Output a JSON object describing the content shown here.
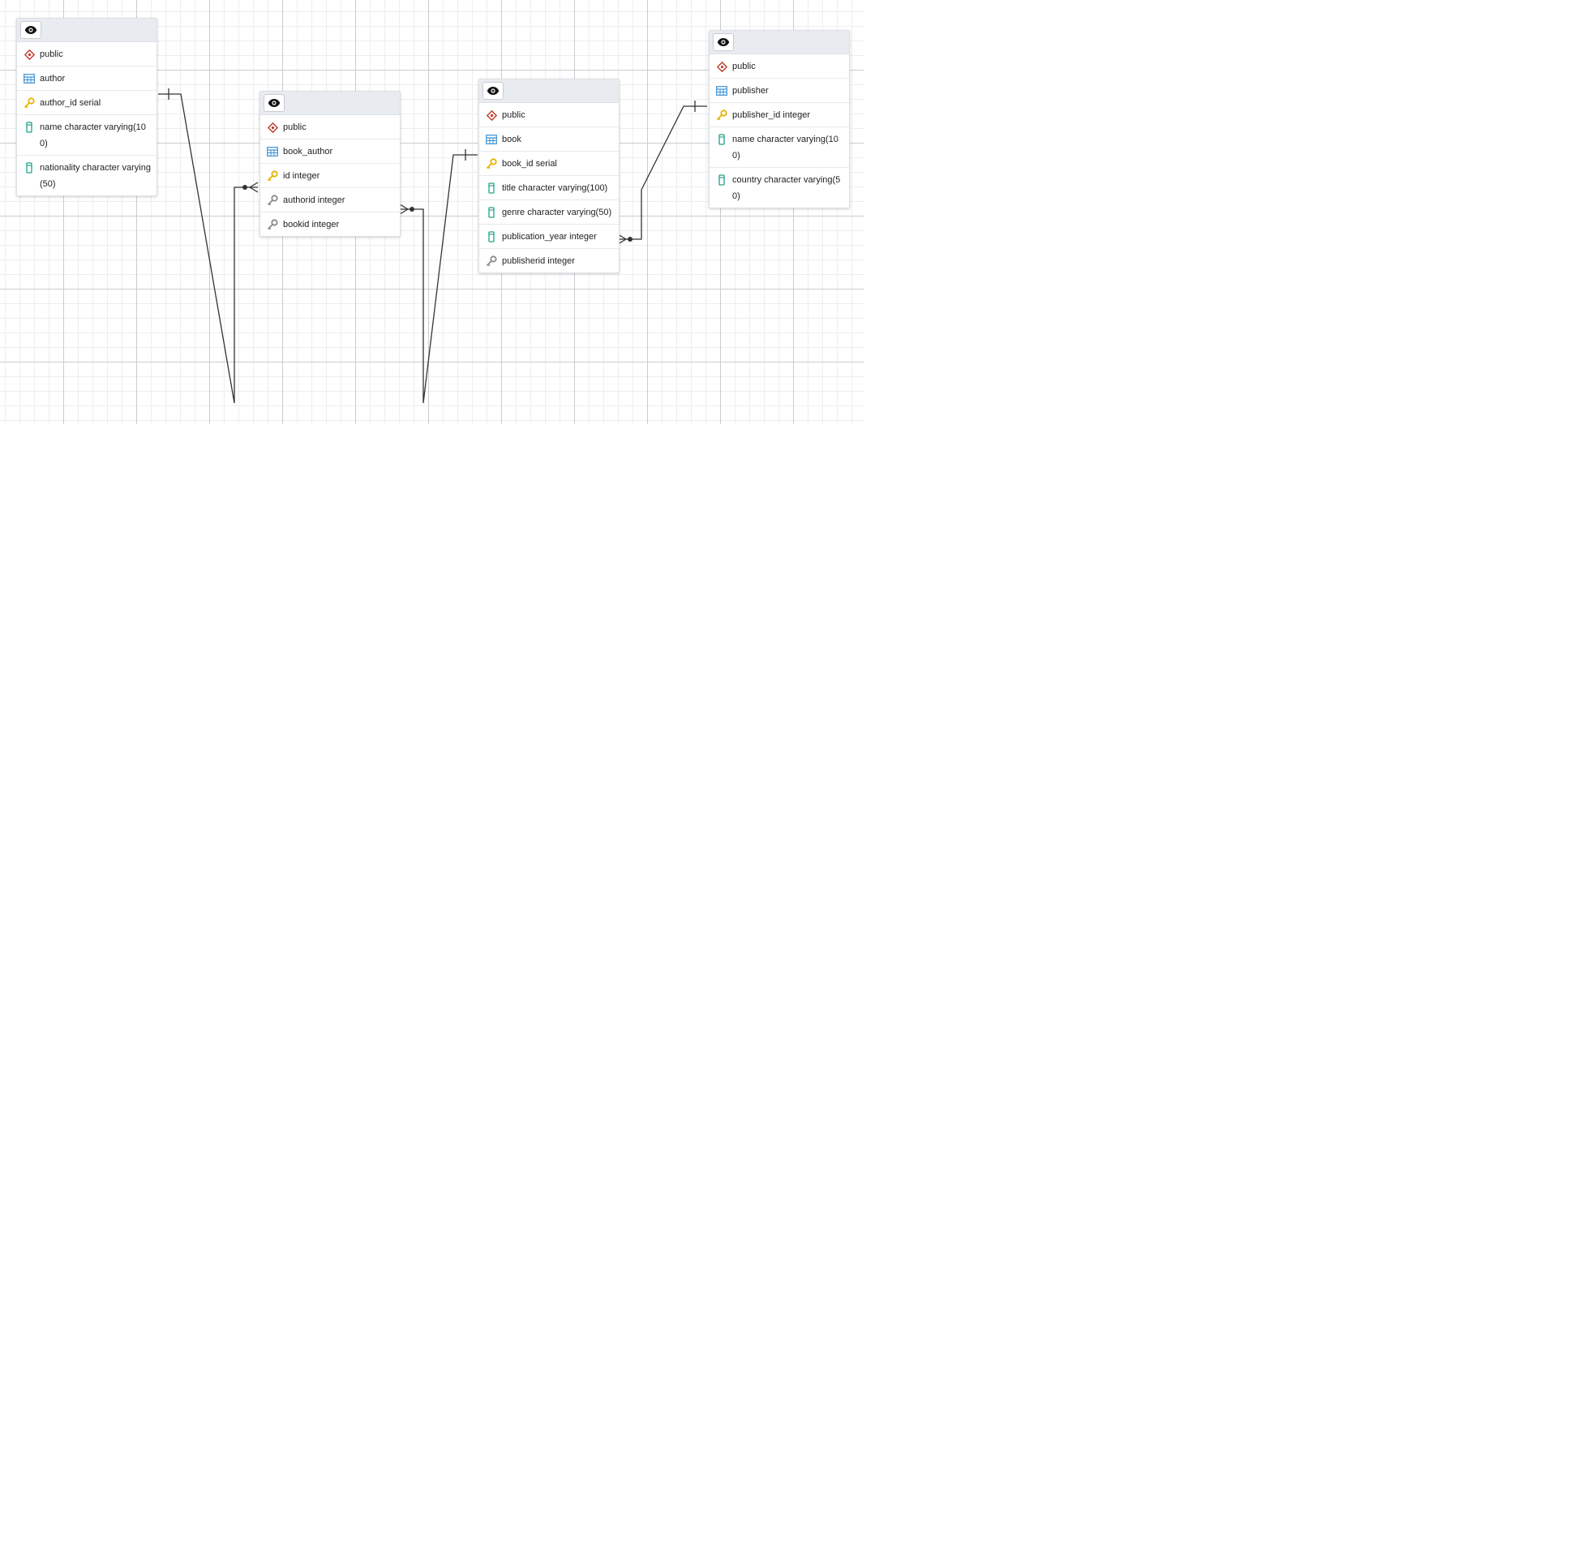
{
  "tables": [
    {
      "schema": "public",
      "name": "author",
      "columns": [
        {
          "label": "author_id serial",
          "kind": "pk-key-icon"
        },
        {
          "label": "name character varying(100)",
          "kind": "column-icon"
        },
        {
          "label": "nationality character varying(50)",
          "kind": "column-icon"
        }
      ]
    },
    {
      "schema": "public",
      "name": "book_author",
      "columns": [
        {
          "label": "id integer",
          "kind": "pk-key-icon"
        },
        {
          "label": "authorid integer",
          "kind": "fk-key-icon"
        },
        {
          "label": "bookid integer",
          "kind": "fk-key-icon"
        }
      ]
    },
    {
      "schema": "public",
      "name": "book",
      "columns": [
        {
          "label": "book_id serial",
          "kind": "pk-key-icon"
        },
        {
          "label": "title character varying(100)",
          "kind": "column-icon"
        },
        {
          "label": "genre character varying(50)",
          "kind": "column-icon"
        },
        {
          "label": "publication_year integer",
          "kind": "column-icon"
        },
        {
          "label": "publisherid integer",
          "kind": "fk-key-icon"
        }
      ]
    },
    {
      "schema": "public",
      "name": "publisher",
      "columns": [
        {
          "label": "publisher_id integer",
          "kind": "pk-key-icon"
        },
        {
          "label": "name character varying(100)",
          "kind": "column-icon"
        },
        {
          "label": "country character varying(50)",
          "kind": "column-icon"
        }
      ]
    }
  ],
  "relationships": [
    {
      "from": "author.author_id",
      "to": "book_author.authorid",
      "cardinality": "one-to-many"
    },
    {
      "from": "book.book_id",
      "to": "book_author.bookid",
      "cardinality": "one-to-many"
    },
    {
      "from": "publisher.publisher_id",
      "to": "book.publisherid",
      "cardinality": "one-to-many"
    }
  ],
  "colors": {
    "schema_icon": "#c0392b",
    "table_icon": "#3a8fd0",
    "pk_key": "#e6b400",
    "fk_key": "#8a8a8a",
    "column_icon": "#1aa38c",
    "link": "#333333"
  }
}
